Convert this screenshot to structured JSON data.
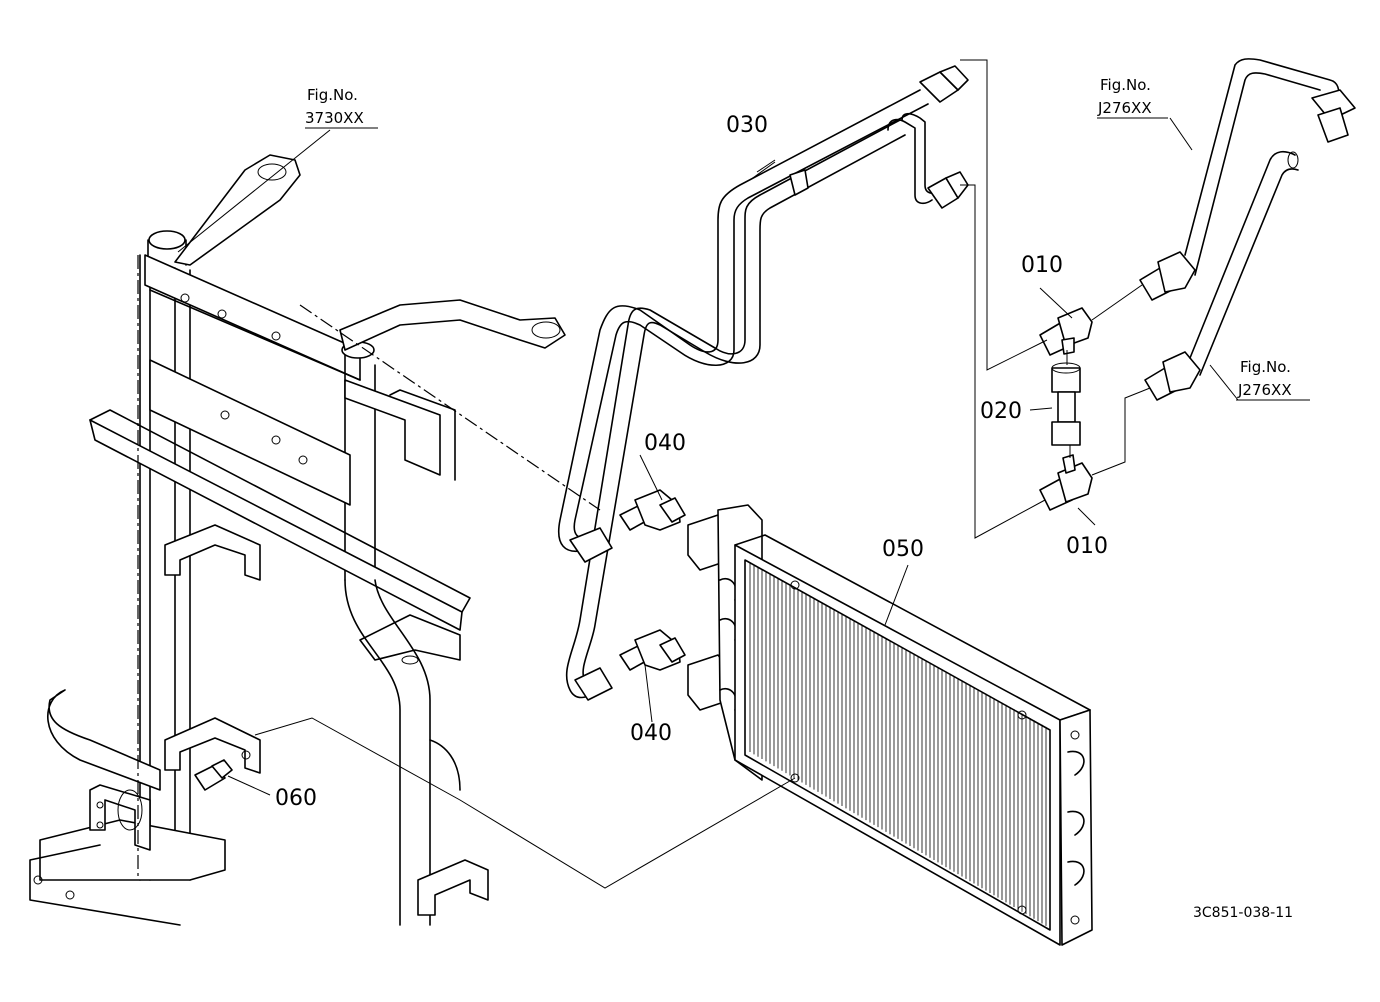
{
  "part_labels": {
    "p010a": "010",
    "p010b": "010",
    "p020": "020",
    "p030": "030",
    "p040a": "040",
    "p040b": "040",
    "p050": "050",
    "p060": "060"
  },
  "fig_refs": {
    "left": {
      "title": "Fig.No.",
      "number": "3730XX"
    },
    "right_top": {
      "title": "Fig.No.",
      "number": "J276XX"
    },
    "right_mid": {
      "title": "Fig.No.",
      "number": "J276XX"
    }
  },
  "drawing_id": "3C851-038-11"
}
